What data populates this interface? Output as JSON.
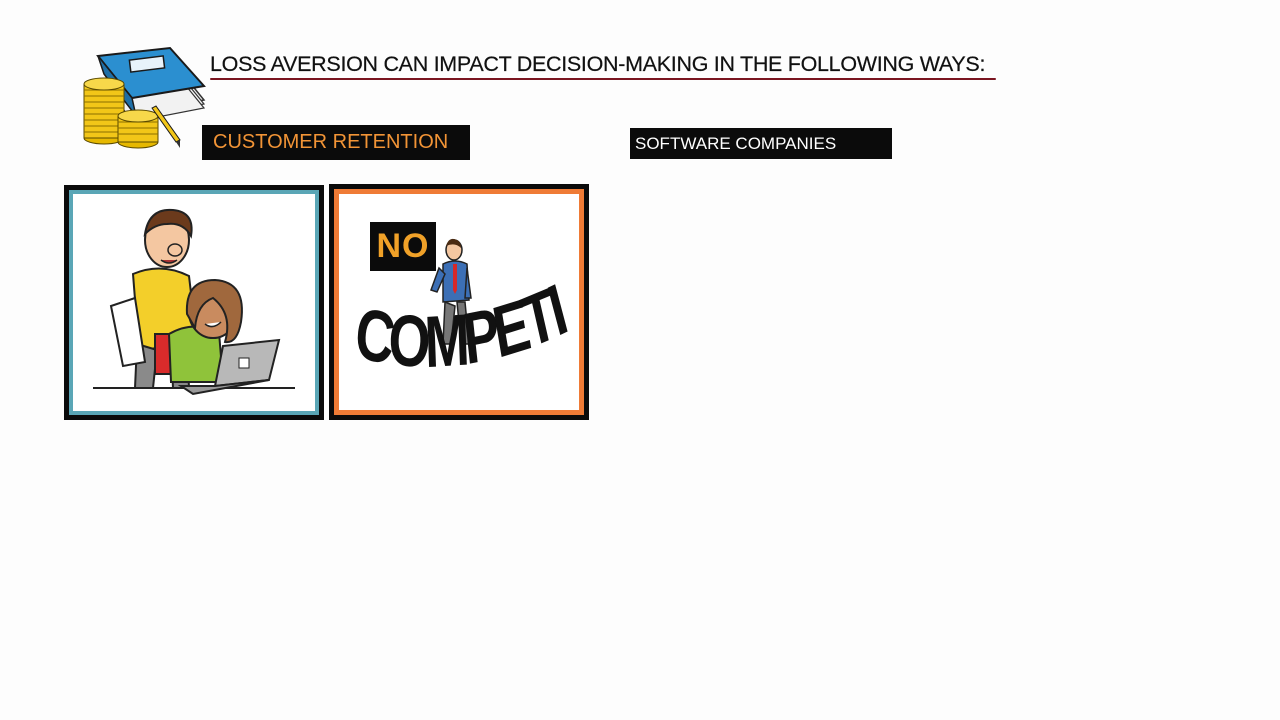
{
  "header": {
    "title": "LOSS AVERSION CAN IMPACT DECISION-MAKING IN THE FOLLOWING WAYS:"
  },
  "labels": {
    "customer_retention": "CUSTOMER RETENTION",
    "software_companies": "SOFTWARE COMPANIES"
  },
  "panels": {
    "right": {
      "badge": "NO",
      "word": "COMPETITION"
    }
  },
  "colors": {
    "accent_orange": "#f29436",
    "panel_teal": "#5aa6b6",
    "panel_orange": "#ef7b36",
    "underline": "#7a1520"
  },
  "icons": [
    "binder-with-coins-icon",
    "coworkers-at-laptop-illustration",
    "businessman-on-word-illustration"
  ]
}
